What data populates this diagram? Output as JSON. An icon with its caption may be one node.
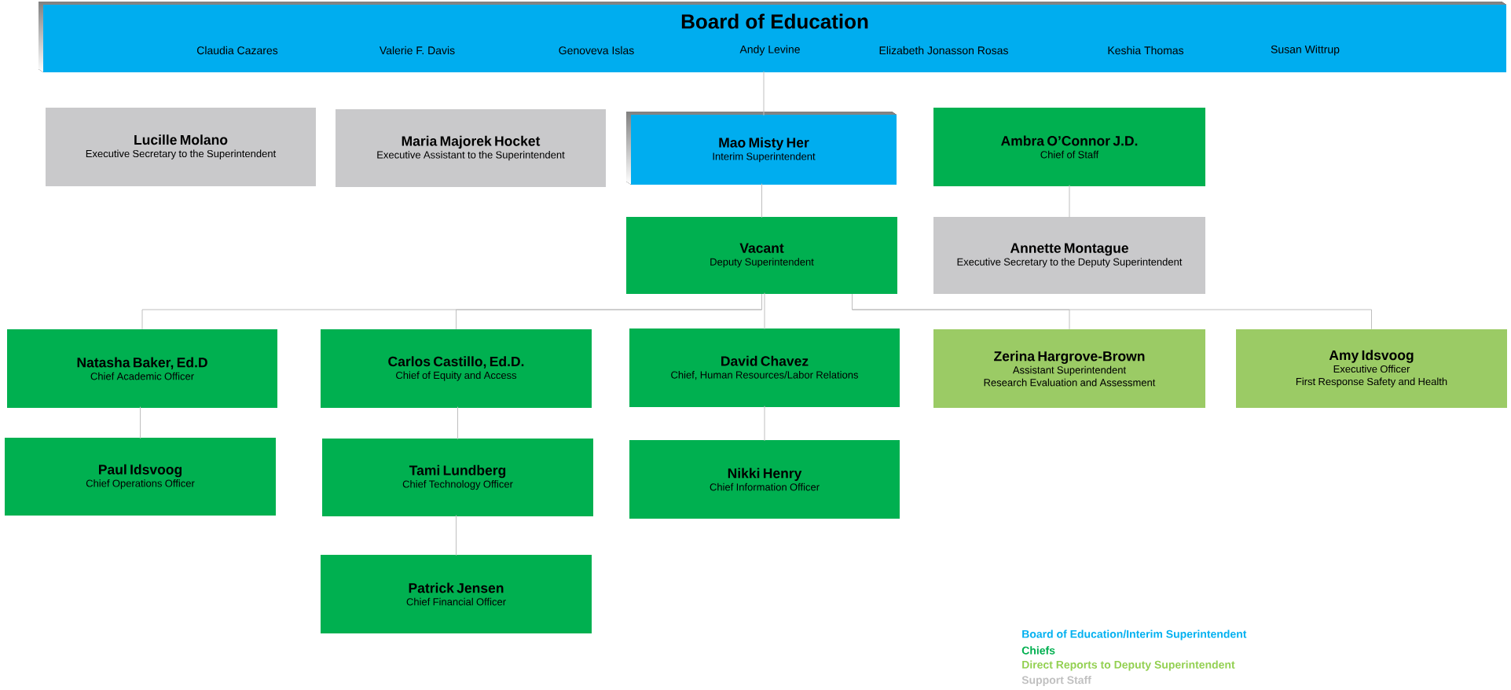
{
  "diagram": {
    "nodes": [
      {
        "text": [
          "Board of Education",
          "Claudia Cazares",
          "Valerie F. Davis",
          "Genoveva Islas",
          "Andy Levine",
          "Elizabeth Jonasson Rosas",
          "Keshia Thomas",
          "Susan Wittrup"
        ]
      },
      {
        "text": [
          "Lucille Molano",
          "Executive Secretary to the Superintendent"
        ]
      },
      {
        "text": [
          "Maria Majorek Hocket",
          "Executive Assistant to the Superintendent"
        ]
      },
      {
        "text": [
          "Mao Misty Her",
          "Interim Superintendent"
        ]
      },
      {
        "text": [
          "Ambra O’Connor J.D.",
          "Chief of Staff"
        ]
      },
      {
        "text": [
          "Vacant",
          "Deputy Superintendent"
        ]
      },
      {
        "text": [
          "Annette Montague",
          "Executive Secretary to the Deputy Superintendent"
        ]
      },
      {
        "text": [
          "Natasha Baker, Ed.D",
          "Chief Academic Officer"
        ]
      },
      {
        "text": [
          "Carlos Castillo, Ed.D.",
          "Chief of Equity and Access"
        ]
      },
      {
        "text": [
          "David Chavez",
          "Chief, Human Resources/Labor Relations"
        ]
      },
      {
        "text": [
          "Zerina Hargrove-Brown",
          "Assistant Superintendent",
          "Research Evaluation and Assessment"
        ]
      },
      {
        "text": [
          "Amy Idsvoog",
          "Executive Officer",
          "First Response Safety and Health"
        ]
      },
      {
        "text": [
          "Paul Idsvoog",
          "Chief Operations Officer"
        ]
      },
      {
        "text": [
          "Tami Lundberg",
          "Chief Technology Officer"
        ]
      },
      {
        "text": [
          "Nikki Henry",
          "Chief Information Officer"
        ]
      },
      {
        "text": [
          "Patrick Jensen",
          "Chief Financial Officer"
        ]
      }
    ],
    "edges": [
      {
        "from": 0,
        "to": 3,
        "arrow": "none"
      },
      {
        "from": 3,
        "to": 5,
        "arrow": "none"
      },
      {
        "from": 4,
        "to": 6,
        "arrow": "none"
      },
      {
        "from": 5,
        "to": 7,
        "arrow": "none"
      },
      {
        "from": 5,
        "to": 8,
        "arrow": "none"
      },
      {
        "from": 5,
        "to": 9,
        "arrow": "none"
      },
      {
        "from": 5,
        "to": 10,
        "arrow": "none"
      },
      {
        "from": 5,
        "to": 11,
        "arrow": "none"
      },
      {
        "from": 7,
        "to": 12,
        "arrow": "none"
      },
      {
        "from": 8,
        "to": 13,
        "arrow": "none"
      },
      {
        "from": 13,
        "to": 15,
        "arrow": "none"
      },
      {
        "from": 9,
        "to": 14,
        "arrow": "none"
      }
    ],
    "legend": [
      {
        "text": "Board of Education/Interim Superintendent",
        "color": "#00b0f0"
      },
      {
        "text": "Chiefs",
        "color": "#00b050"
      },
      {
        "text": "Direct Reports to Deputy Superintendent",
        "color": "#92d050"
      },
      {
        "text": "Support Staff",
        "color": "#c0c0c0"
      }
    ]
  }
}
